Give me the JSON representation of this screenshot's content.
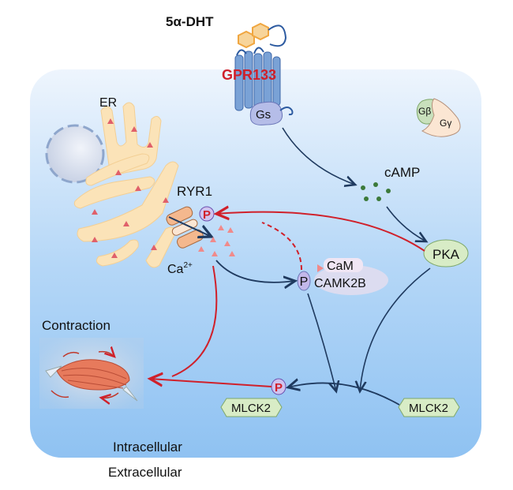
{
  "ligand": "5α-DHT",
  "receptor": "GPR133",
  "gs": "Gs",
  "gbeta": "Gβ",
  "ggamma": "Gγ",
  "er": "ER",
  "ryr1": "RYR1",
  "ca": {
    "base": "Ca",
    "sup": "2+"
  },
  "camp": "cAMP",
  "pka": "PKA",
  "cam": "CaM",
  "camk2b": "CAMK2B",
  "phospho": "P",
  "mlck2_left": "MLCK2",
  "mlck2_right": "MLCK2",
  "contraction": "Contraction",
  "intracellular": "Intracellular",
  "extracellular": "Extracellular",
  "colors": {
    "activation": "#1f3a5f",
    "phospho_path": "#d0202a",
    "receptor_label": "#d0202a",
    "cell_top": "#eef5fd",
    "cell_bottom": "#8fc2f2"
  }
}
